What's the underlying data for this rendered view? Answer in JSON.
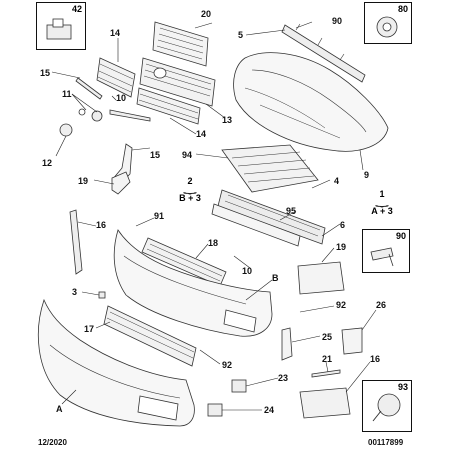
{
  "callouts": {
    "p42": "42",
    "p20": "20",
    "p90a": "90",
    "p80": "80",
    "p5": "5",
    "p14a": "14",
    "p15a": "15",
    "p11": "11",
    "p13": "13",
    "p10a": "10",
    "p14b": "14",
    "p12": "12",
    "p15b": "15",
    "p19a": "19",
    "p94": "94",
    "p4": "4",
    "p9": "9",
    "p95": "95",
    "p6": "6",
    "p16a": "16",
    "p91": "91",
    "p18": "18",
    "p90b": "90",
    "p19b": "19",
    "p10b": "10",
    "pB": "B",
    "p3": "3",
    "p92a": "92",
    "p26": "26",
    "p17": "17",
    "p25": "25",
    "p92b": "92",
    "p21": "21",
    "p16b": "16",
    "p23": "23",
    "p93": "93",
    "pA": "A",
    "p24": "24"
  },
  "groups": {
    "g2": {
      "num": "2",
      "sub": "B + 3"
    },
    "g1": {
      "num": "1",
      "sub": "A + 3"
    }
  },
  "footer": {
    "date": "12/2020",
    "ref": "00117899"
  }
}
